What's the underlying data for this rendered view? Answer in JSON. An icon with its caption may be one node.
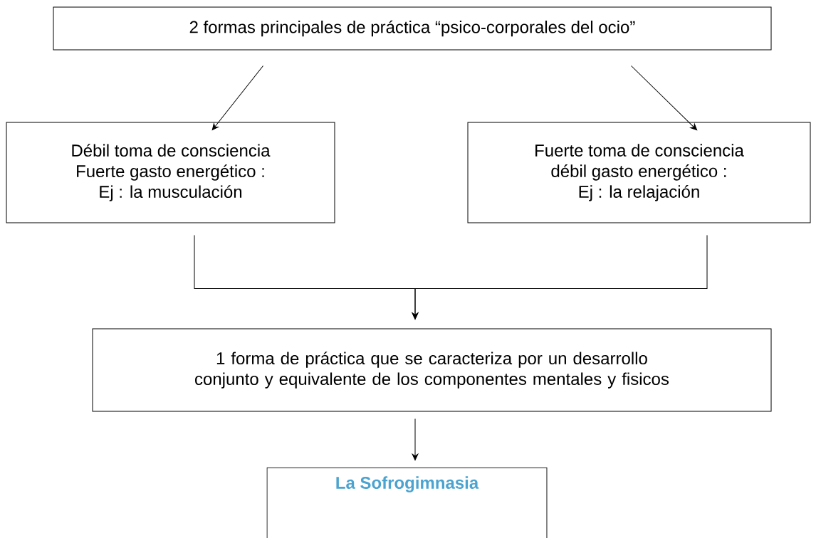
{
  "diagram": {
    "nodes": [
      {
        "text": [
          "2 formas principales de práctica “psico-corporales del ocio”"
        ]
      },
      {
        "text": [
          "Débil toma de consciencia",
          "Fuerte gasto energético :",
          "Ej : la musculación"
        ]
      },
      {
        "text": [
          "Fuerte toma de consciencia",
          "débil gasto energético :",
          "Ej : la relajación"
        ]
      },
      {
        "text": [
          "1 forma de práctica que se caracteriza por un desarrollo conjunto y equivalente de los componentes mentales y fisicos"
        ]
      },
      {
        "text": [
          "La Sofrogimnasia"
        ]
      }
    ],
    "edges": [
      {
        "from": 0,
        "to": 1,
        "arrow": "to"
      },
      {
        "from": 0,
        "to": 2,
        "arrow": "to"
      },
      {
        "from": 1,
        "to": 3,
        "arrow": "to"
      },
      {
        "from": 2,
        "to": 3,
        "arrow": "to"
      },
      {
        "from": 3,
        "to": 4,
        "arrow": "to"
      }
    ]
  }
}
